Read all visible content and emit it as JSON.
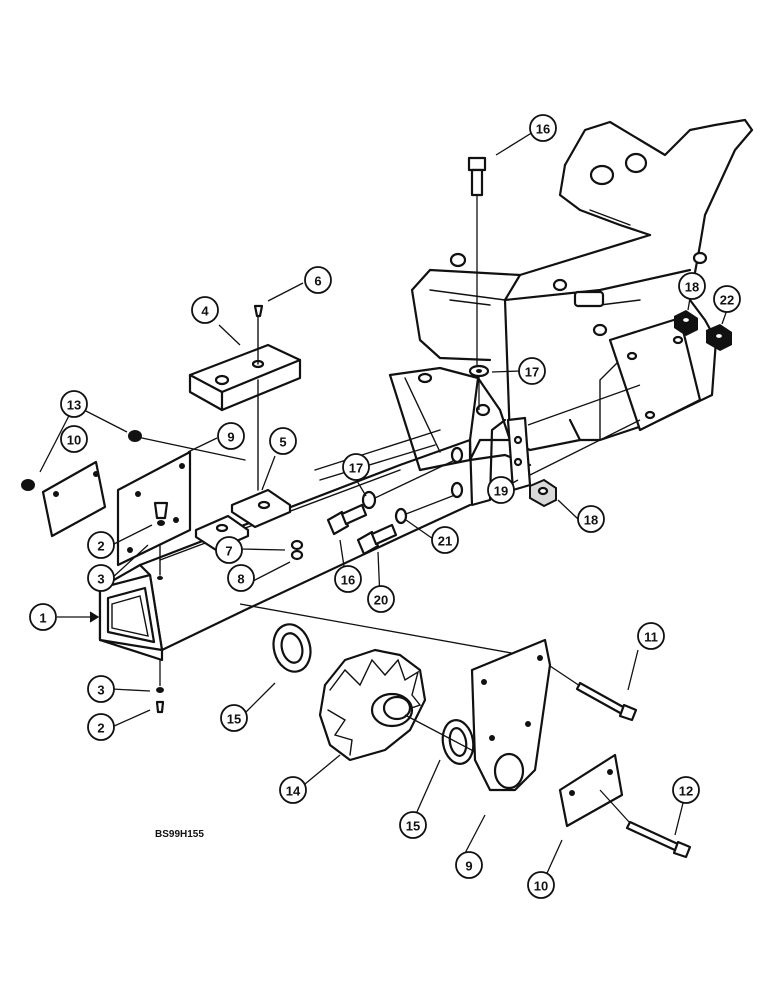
{
  "drawing_code": "BS99H155",
  "callouts": [
    "1",
    "2",
    "3",
    "4",
    "5",
    "6",
    "7",
    "8",
    "9",
    "10",
    "11",
    "12",
    "13",
    "14",
    "15",
    "16",
    "17",
    "18",
    "19",
    "20",
    "21",
    "22"
  ]
}
